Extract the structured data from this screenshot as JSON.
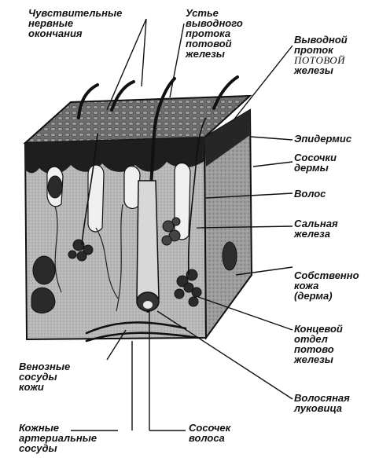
{
  "labels": {
    "sensory_nerve_endings": [
      "Чувствительные",
      "нервные",
      "окончания"
    ],
    "sweat_duct_opening": [
      "Устье",
      "выводного",
      "протока",
      "потовой",
      "железы"
    ],
    "sweat_excretory_duct": [
      "Выводной",
      "проток",
      "ПОТОВОЙ",
      "железы"
    ],
    "epidermis": [
      "Эпидермис"
    ],
    "dermal_papillae": [
      "Сосочки",
      "дермы"
    ],
    "hair": [
      "Волос"
    ],
    "sebaceous_gland": [
      "Сальная",
      "железа"
    ],
    "dermis_proper": [
      "Собственно",
      "кожа",
      "(дерма)"
    ],
    "sweat_gland_secretory_part": [
      "Концевой",
      "отдел",
      "потово",
      "железы"
    ],
    "hair_bulb": [
      "Волосяная",
      "луковица"
    ],
    "venous_vessels": [
      "Венозные",
      "сосуды",
      "кожи"
    ],
    "arterial_vessels": [
      "Кожные",
      "артериальные",
      "сосуды"
    ],
    "hair_papilla": [
      "Сосочек",
      "волоса"
    ]
  },
  "colors": {
    "ink": "#111111",
    "epidermis_dark": "#1e1e1e",
    "dermis_fill": "#bdbdbd",
    "side_fill": "#9a9a9a",
    "top_fill": "#707070",
    "gland_fill": "#2a2a2a",
    "paper": "#ffffff"
  }
}
